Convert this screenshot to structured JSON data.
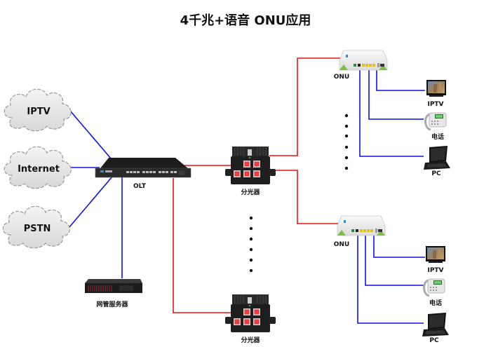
{
  "title": "4千兆+语音 ONU应用",
  "colors": {
    "optical_link": "#ee1010",
    "ethernet_link": "#1010e8"
  },
  "clouds": [
    {
      "label": "IPTV"
    },
    {
      "label": "Internet"
    },
    {
      "label": "PSTN"
    }
  ],
  "olt": {
    "label": "OLT",
    "icon": "olt-rack-icon"
  },
  "server": {
    "label": "网管服务器",
    "icon": "server-icon"
  },
  "splitters": [
    {
      "label": "分光器",
      "icon": "splitter-icon"
    },
    {
      "label": "分光器",
      "icon": "splitter-icon"
    }
  ],
  "onus": [
    {
      "label": "ONU",
      "icon": "onu-icon",
      "devices": [
        {
          "label": "IPTV",
          "icon": "tv-icon"
        },
        {
          "label": "电话",
          "icon": "phone-icon"
        },
        {
          "label": "PC",
          "icon": "laptop-icon"
        }
      ]
    },
    {
      "label": "ONU",
      "icon": "onu-icon",
      "devices": [
        {
          "label": "IPTV",
          "icon": "tv-icon"
        },
        {
          "label": "电话",
          "icon": "phone-icon"
        },
        {
          "label": "PC",
          "icon": "laptop-icon"
        }
      ]
    }
  ],
  "ellipsis_markers": [
    "splitter-continuation",
    "onu-continuation"
  ]
}
